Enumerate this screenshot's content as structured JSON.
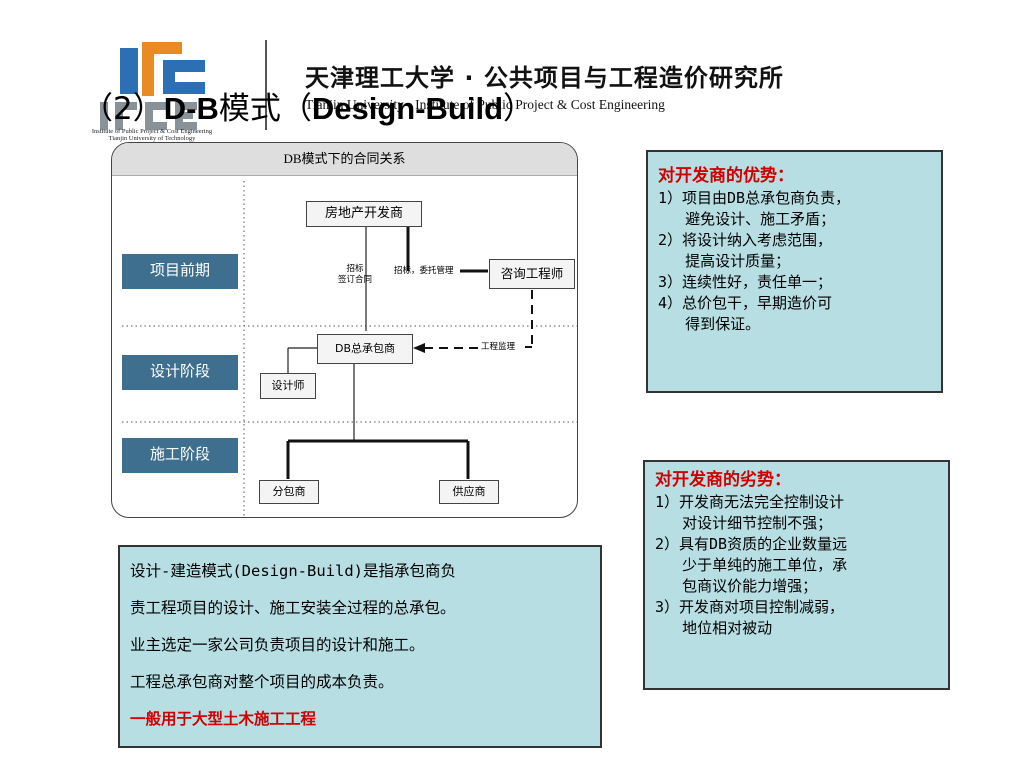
{
  "header": {
    "logo_caption_line1": "Institute of Public Project & Cost Engineering",
    "logo_caption_line2": "Tianjin University of Technology",
    "institute_cn": "天津理工大学 · 公共项目与工程造价研究所",
    "institute_en": "Tianjin University · Institute of Public Project & Cost Engineering",
    "colors": {
      "logo_blue": "#2d6fb5",
      "logo_orange": "#e98a25",
      "logo_gray": "#8a9299"
    }
  },
  "slide_title": {
    "prefix": "（2）",
    "code": "D-B",
    "mode": "模式（",
    "name": "Design-Build",
    "suffix": "）"
  },
  "diagram": {
    "title": "DB模式下的合同关系",
    "phases": [
      "项目前期",
      "设计阶段",
      "施工阶段"
    ],
    "nodes": {
      "developer": "房地产开发商",
      "consultant": "咨询工程师",
      "db_contractor": "DB总承包商",
      "designer": "设计师",
      "subcontractor": "分包商",
      "supplier": "供应商"
    },
    "labels": {
      "tender_line1": "招标",
      "tender_line2": "签订合同",
      "tender_entrust": "招标，委托管理",
      "supervision": "工程监理"
    }
  },
  "advantages": {
    "heading": "对开发商的优势：",
    "items": [
      "1）项目由DB总承包商负责，",
      "   避免设计、施工矛盾；",
      "2）将设计纳入考虑范围，",
      "   提高设计质量；",
      "3）连续性好，责任单一；",
      "4）总价包干，早期造价可",
      "   得到保证。"
    ]
  },
  "disadvantages": {
    "heading": "对开发商的劣势：",
    "items": [
      "1）开发商无法完全控制设计",
      "   对设计细节控制不强；",
      "2）具有DB资质的企业数量远",
      "   少于单纯的施工单位，承",
      "   包商议价能力增强；",
      "3）开发商对项目控制减弱，",
      "   地位相对被动"
    ]
  },
  "definition": {
    "lines": [
      "设计-建造模式(Design-Build)是指承包商负",
      "责工程项目的设计、施工安装全过程的总承包。",
      "业主选定一家公司负责项目的设计和施工。",
      "工程总承包商对整个项目的成本负责。"
    ],
    "highlight": "一般用于大型土木施工工程"
  },
  "colors": {
    "panel_bg": "#b7dee3",
    "phase_bg": "#3f6f8f",
    "heading_red": "#d00000"
  }
}
